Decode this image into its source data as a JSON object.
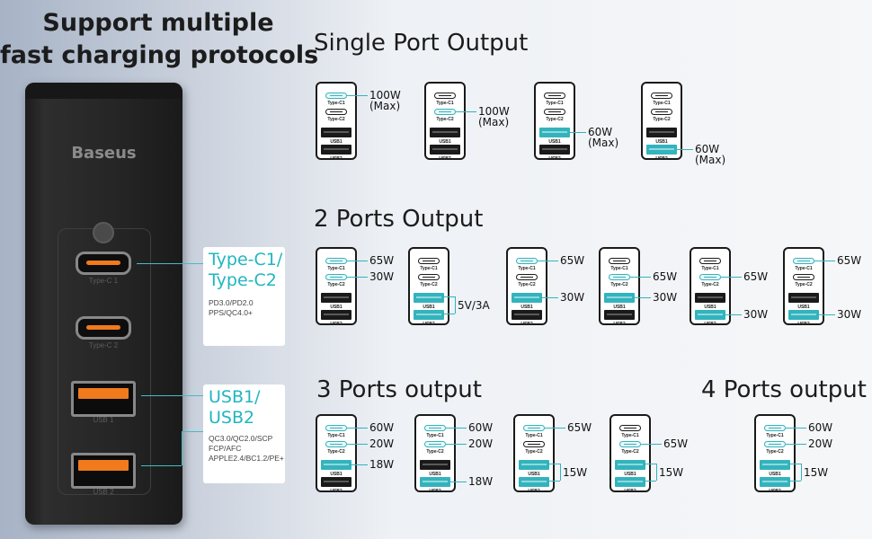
{
  "heading": {
    "line1": "Support multiple",
    "line2": "fast charging protocols"
  },
  "sections": {
    "single": "Single Port Output",
    "two": "2 Ports Output",
    "three": "3 Ports output",
    "four": "4 Ports output"
  },
  "charger": {
    "brand": "Baseus",
    "port_labels": [
      "Type-C 1",
      "Type-C 2",
      "USB 1",
      "USB 2"
    ]
  },
  "callouts": {
    "typec": {
      "line1": "Type-C1/",
      "line2": "Type-C2",
      "note1": "PD3.0/PD2.0",
      "note2": "PPS/QC4.0+"
    },
    "usb": {
      "line1": "USB1/",
      "line2": "USB2",
      "note1": "QC3.0/QC2.0/SCP",
      "note2": "FCP/AFC",
      "note3": "APPLE2.4/BC1.2/PE+"
    }
  },
  "port_names": {
    "c1": "Type-C1",
    "c2": "Type-C2",
    "u1": "USB1",
    "u2": "USB2"
  },
  "accent_color": "#33b3bd",
  "configs": {
    "single": [
      {
        "active": [
          "c1"
        ],
        "labels": [
          {
            "port": "c1",
            "lines": [
              "100W",
              "(Max)"
            ]
          }
        ]
      },
      {
        "active": [
          "c2"
        ],
        "labels": [
          {
            "port": "c2",
            "lines": [
              "100W",
              "(Max)"
            ]
          }
        ]
      },
      {
        "active": [
          "u1"
        ],
        "labels": [
          {
            "port": "u1",
            "lines": [
              "60W",
              "(Max)"
            ]
          }
        ]
      },
      {
        "active": [
          "u2"
        ],
        "labels": [
          {
            "port": "u2",
            "lines": [
              "60W",
              "(Max)"
            ]
          }
        ]
      }
    ],
    "two": [
      {
        "active": [
          "c1",
          "c2"
        ],
        "labels": [
          {
            "port": "c1",
            "lines": [
              "65W"
            ]
          },
          {
            "port": "c2",
            "lines": [
              "30W"
            ]
          }
        ]
      },
      {
        "active": [
          "u1",
          "u2"
        ],
        "bracket": true,
        "labels": [
          {
            "port": "u12",
            "lines": [
              "5V/3A"
            ]
          }
        ]
      },
      {
        "active": [
          "c1",
          "u1"
        ],
        "labels": [
          {
            "port": "c1",
            "lines": [
              "65W"
            ]
          },
          {
            "port": "u1",
            "lines": [
              "30W"
            ]
          }
        ]
      },
      {
        "active": [
          "c2",
          "u1"
        ],
        "labels": [
          {
            "port": "c2",
            "lines": [
              "65W"
            ]
          },
          {
            "port": "u1",
            "lines": [
              "30W"
            ]
          }
        ]
      },
      {
        "active": [
          "c2",
          "u2"
        ],
        "labels": [
          {
            "port": "c2",
            "lines": [
              "65W"
            ]
          },
          {
            "port": "u2",
            "lines": [
              "30W"
            ]
          }
        ]
      },
      {
        "active": [
          "c1",
          "u2"
        ],
        "labels": [
          {
            "port": "c1",
            "lines": [
              "65W"
            ]
          },
          {
            "port": "u2",
            "lines": [
              "30W"
            ]
          }
        ]
      }
    ],
    "three": [
      {
        "active": [
          "c1",
          "c2",
          "u1"
        ],
        "labels": [
          {
            "port": "c1",
            "lines": [
              "60W"
            ]
          },
          {
            "port": "c2",
            "lines": [
              "20W"
            ]
          },
          {
            "port": "u1",
            "lines": [
              "18W"
            ]
          }
        ]
      },
      {
        "active": [
          "c1",
          "c2",
          "u2"
        ],
        "labels": [
          {
            "port": "c1",
            "lines": [
              "60W"
            ]
          },
          {
            "port": "c2",
            "lines": [
              "20W"
            ]
          },
          {
            "port": "u2",
            "lines": [
              "18W"
            ]
          }
        ]
      },
      {
        "active": [
          "c1",
          "u1",
          "u2"
        ],
        "bracket": true,
        "labels": [
          {
            "port": "c1",
            "lines": [
              "65W"
            ]
          },
          {
            "port": "u12",
            "lines": [
              "15W"
            ]
          }
        ]
      },
      {
        "active": [
          "c2",
          "u1",
          "u2"
        ],
        "bracket": true,
        "labels": [
          {
            "port": "c2",
            "lines": [
              "65W"
            ]
          },
          {
            "port": "u12",
            "lines": [
              "15W"
            ]
          }
        ]
      }
    ],
    "four": [
      {
        "active": [
          "c1",
          "c2",
          "u1",
          "u2"
        ],
        "bracket": true,
        "labels": [
          {
            "port": "c1",
            "lines": [
              "60W"
            ]
          },
          {
            "port": "c2",
            "lines": [
              "20W"
            ]
          },
          {
            "port": "u12",
            "lines": [
              "15W"
            ]
          }
        ]
      }
    ]
  }
}
